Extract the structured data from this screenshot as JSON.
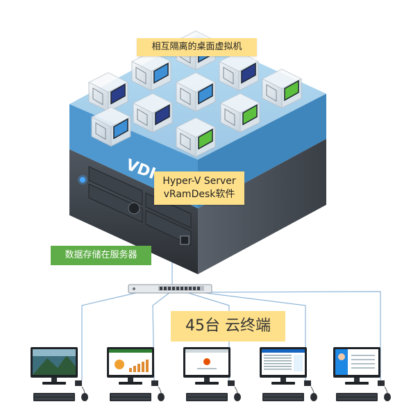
{
  "labels": {
    "vms": "相互隔离的桌面虚拟机",
    "vdi": "VDI",
    "hyperv_line1": "Hyper-V Server",
    "hyperv_line2": "vRamDesk软件",
    "storage": "数据存储在服务器",
    "clients": "45台 云终端"
  },
  "colors": {
    "platform_top": "#5aa7d8",
    "platform_side": "#2f7cb6",
    "server_front": "#3a3f45",
    "server_side": "#4c525a",
    "callout_yellow": "#ffe08a",
    "callout_green": "#5fad48",
    "cable": "#8fb6d8",
    "vm_screen_blue": "#3d8fd6",
    "vm_screen_green": "#5cbf3d",
    "vm_screen_navy": "#2b3e8a"
  },
  "vm_screens": [
    "blue",
    "blue",
    "navy",
    "navy",
    "green",
    "blue",
    "navy",
    "green",
    "green",
    "blue"
  ],
  "clients": [
    {
      "screen": "landscape"
    },
    {
      "screen": "spreadsheet"
    },
    {
      "screen": "browser"
    },
    {
      "screen": "document"
    },
    {
      "screen": "profile"
    }
  ]
}
